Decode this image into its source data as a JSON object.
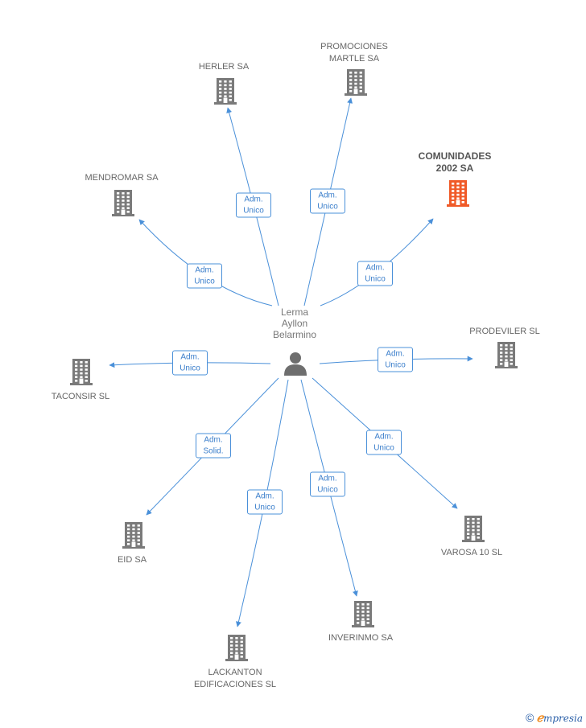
{
  "center": {
    "label": "Lerma\nAyllon\nBelarmino",
    "icon": "person-icon"
  },
  "colors": {
    "edge": "#4a90d9",
    "building": "#7a7a7a",
    "highlight": "#f05a28"
  },
  "companies": [
    {
      "id": "herler",
      "label": "HERLER SA",
      "role": "Adm.\nUnico",
      "highlight": false
    },
    {
      "id": "promociones-martle",
      "label": "PROMOCIONES\nMARTLE SA",
      "role": "Adm.\nUnico",
      "highlight": false
    },
    {
      "id": "comunidades-2002",
      "label": "COMUNIDADES\n2002 SA",
      "role": "Adm.\nUnico",
      "highlight": true
    },
    {
      "id": "mendromar",
      "label": "MENDROMAR SA",
      "role": "Adm.\nUnico",
      "highlight": false
    },
    {
      "id": "prodeviler",
      "label": "PRODEVILER SL",
      "role": "Adm.\nUnico",
      "highlight": false
    },
    {
      "id": "taconsir",
      "label": "TACONSIR SL",
      "role": "Adm.\nUnico",
      "highlight": false
    },
    {
      "id": "varosa-10",
      "label": "VAROSA 10 SL",
      "role": "Adm.\nUnico",
      "highlight": false
    },
    {
      "id": "eid",
      "label": "EID SA",
      "role": "Adm.\nSolid.",
      "highlight": false
    },
    {
      "id": "inverinmo",
      "label": "INVERINMO SA",
      "role": "Adm.\nUnico",
      "highlight": false
    },
    {
      "id": "lackanton",
      "label": "LACKANTON\nEDIFICACIONES SL",
      "role": "Adm.\nUnico",
      "highlight": false
    }
  ],
  "footer": {
    "copyright": "©",
    "brand_first": "ℯ",
    "brand_rest": "mpresia"
  }
}
